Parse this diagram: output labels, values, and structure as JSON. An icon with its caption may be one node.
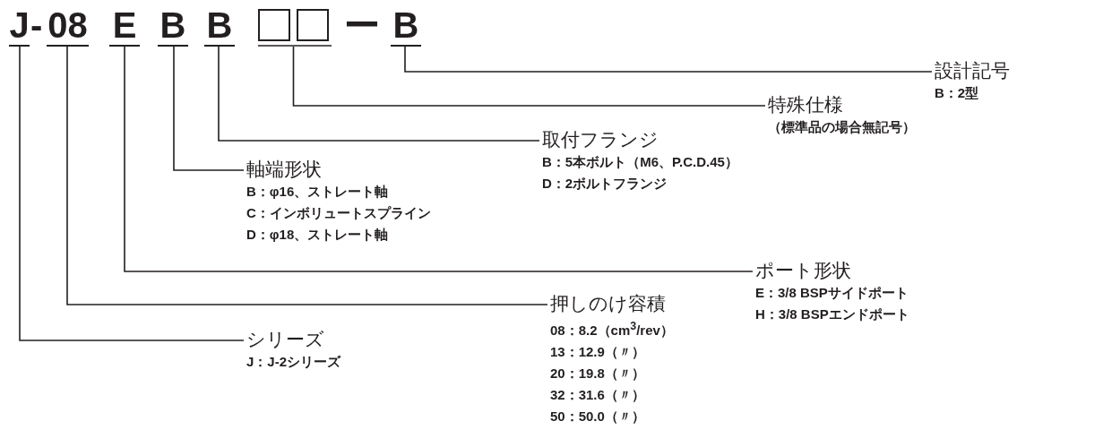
{
  "diagram": {
    "nodes": [
      {
        "text": [
          "J"
        ]
      },
      {
        "text": [
          "08"
        ]
      },
      {
        "text": [
          "E"
        ]
      },
      {
        "text": [
          "B"
        ]
      },
      {
        "text": [
          "B"
        ]
      },
      {
        "text": [],
        "shape": "box"
      },
      {
        "text": [],
        "shape": "box"
      },
      {
        "text": [
          "B"
        ]
      },
      {
        "text": [
          "設計記号",
          "B：2型"
        ]
      },
      {
        "text": [
          "特殊仕様",
          "（標準品の場合無記号）"
        ]
      },
      {
        "text": [
          "取付フランジ",
          "B：5本ボルト（M6、P.C.D.45）",
          "D：2ボルトフランジ"
        ]
      },
      {
        "text": [
          "軸端形状",
          "B：φ16、ストレート軸",
          "C：インボリュートスプライン",
          "D：φ18、ストレート軸"
        ]
      },
      {
        "text": [
          "ポート形状",
          "E：3/8 BSPサイドポート",
          "H：3/8 BSPエンドポート"
        ]
      },
      {
        "text": [
          "押しのけ容積",
          "08：8.2（cm$^{3}$/rev）",
          "13：12.9（〃）",
          "20：19.8（〃）",
          "32：31.6（〃）",
          "50：50.0（〃）"
        ]
      },
      {
        "text": [
          "シリーズ",
          "J：J-2シリーズ"
        ]
      }
    ],
    "edges": [
      {
        "from": 0,
        "to": 14,
        "arrow": "none"
      },
      {
        "from": 1,
        "to": 13,
        "arrow": "none"
      },
      {
        "from": 2,
        "to": 12,
        "arrow": "none"
      },
      {
        "from": 3,
        "to": 11,
        "arrow": "none"
      },
      {
        "from": 4,
        "to": 10,
        "arrow": "none"
      },
      {
        "from": 5,
        "to": 9,
        "arrow": "none"
      },
      {
        "from": 6,
        "to": 9,
        "arrow": "none"
      },
      {
        "from": 7,
        "to": 8,
        "arrow": "none"
      }
    ],
    "labels": [
      "-",
      "ー"
    ]
  }
}
